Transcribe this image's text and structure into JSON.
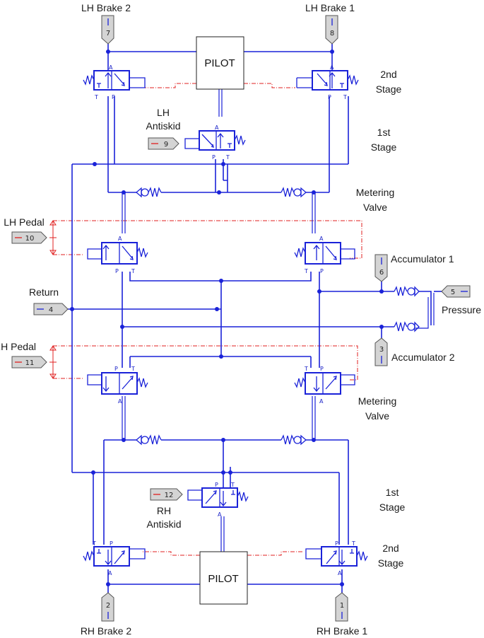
{
  "labels": {
    "lh_brake_2": "LH Brake 2",
    "lh_brake_1": "LH Brake 1",
    "second_stage_top": [
      "2nd",
      "Stage"
    ],
    "first_stage_top": [
      "1st",
      "Stage"
    ],
    "lh_antiskid": [
      "LH",
      "Antiskid"
    ],
    "metering_valve_top": [
      "Metering",
      "Valve"
    ],
    "lh_pedal": "LH Pedal",
    "accumulator_1": "Accumulator 1",
    "return": "Return",
    "pressure": "Pressure",
    "rh_pedal": "RH Pedal",
    "accumulator_2": "Accumulator 2",
    "metering_valve_bottom": [
      "Metering",
      "Valve"
    ],
    "first_stage_bottom": [
      "1st",
      "Stage"
    ],
    "rh_antiskid": [
      "RH",
      "Antiskid"
    ],
    "second_stage_bottom": [
      "2nd",
      "Stage"
    ],
    "rh_brake_2": "RH Brake 2",
    "rh_brake_1": "RH Brake 1"
  },
  "pilot_top": "PILOT",
  "pilot_bottom": "PILOT",
  "ports": {
    "lh_brake_2": "7",
    "lh_brake_1": "8",
    "lh_antiskid": "9",
    "lh_pedal": "10",
    "accumulator_1": "6",
    "pressure": "5",
    "return": "4",
    "rh_pedal": "11",
    "accumulator_2": "3",
    "rh_antiskid": "12",
    "rh_brake_2": "2",
    "rh_brake_1": "1"
  },
  "port_letters": {
    "a": "A",
    "p": "P",
    "t": "T"
  },
  "colors": {
    "hydraulic_line": "#1a22d8",
    "signal_line": "#e02020",
    "port_fill": "#d4d4d4"
  }
}
